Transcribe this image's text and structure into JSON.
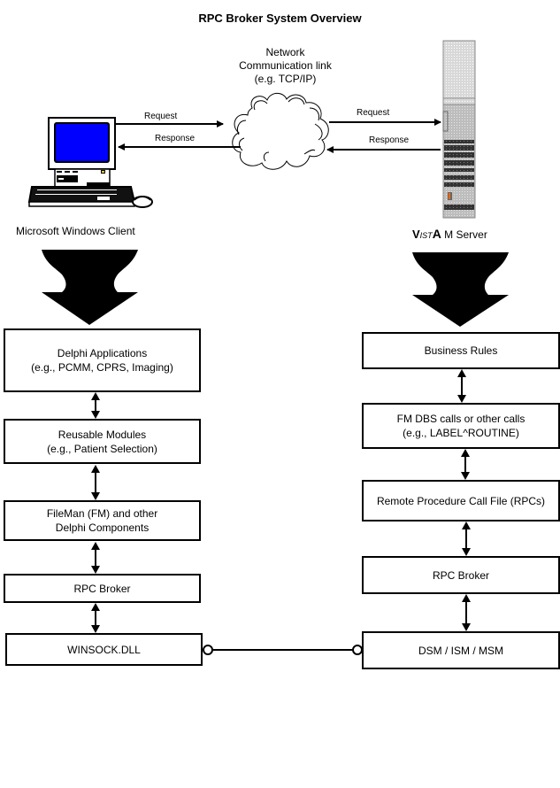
{
  "title": "RPC Broker System Overview",
  "network": {
    "lines": [
      "Network",
      "Communication link",
      "(e.g. TCP/IP)"
    ]
  },
  "client": {
    "caption": "Microsoft Windows Client",
    "request_label": "Request",
    "response_label": "Response"
  },
  "server": {
    "caption_v": "V",
    "caption_ist": "IST",
    "caption_a": "A",
    "caption_rest": " M Server",
    "request_label": "Request",
    "response_label": "Response"
  },
  "client_stack": [
    {
      "lines": [
        "Delphi Applications",
        "(e.g., PCMM, CPRS, Imaging)"
      ]
    },
    {
      "lines": [
        "Reusable Modules",
        "(e.g., Patient Selection)"
      ]
    },
    {
      "lines": [
        "FileMan (FM) and other",
        "Delphi Components"
      ]
    },
    {
      "lines": [
        "RPC Broker"
      ]
    },
    {
      "lines": [
        "WINSOCK.DLL"
      ]
    }
  ],
  "server_stack": [
    {
      "lines": [
        "Business Rules"
      ]
    },
    {
      "lines": [
        "FM DBS calls or other calls",
        "(e.g., LABEL^ROUTINE)"
      ]
    },
    {
      "lines": [
        "Remote Procedure Call File (RPCs)"
      ]
    },
    {
      "lines": [
        "RPC Broker"
      ]
    },
    {
      "lines": [
        "DSM / ISM / MSM"
      ]
    }
  ],
  "colors": {
    "screen_blue": "#0000ff",
    "server_gray": "#c8c8c8",
    "server_led": "#ff6600"
  }
}
